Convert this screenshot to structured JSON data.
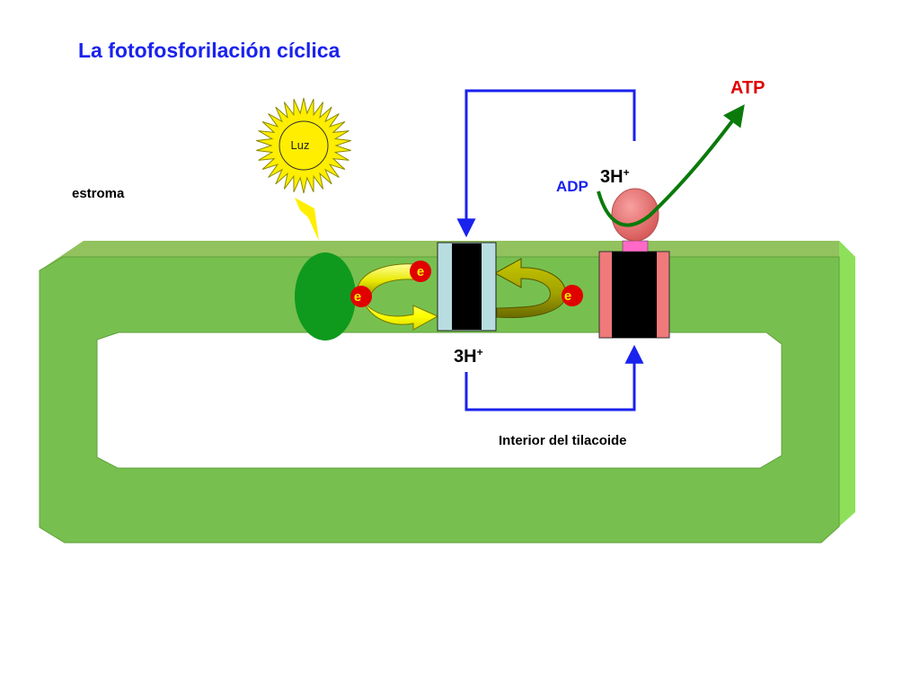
{
  "title": "La fotofosforilación cíclica",
  "labels": {
    "light": "Luz",
    "stroma": "estroma",
    "thylakoid_interior": "Interior del tilacoide",
    "atp": "ATP",
    "adp": "ADP",
    "protons_top": "3H",
    "protons_bottom": "3H",
    "proton_charge": "+",
    "electron": "e"
  },
  "colors": {
    "membrane": "#77c04f",
    "membrane_side": "#8ee05a",
    "photosystem": "#0f9a1e",
    "electron": "#e00000",
    "electron_text": "#ffee00",
    "sun": "#ffee00",
    "cytochrome_edge": "#b8dde0",
    "atp_synthase": "#f07a7a",
    "atp_synthase_head": "#f08080",
    "atp_synthase_stalk": "#ff69c8",
    "proton_path": "#1a22ee",
    "atp_path": "#0a7a0a",
    "electron_arrow": "#ffff33"
  }
}
